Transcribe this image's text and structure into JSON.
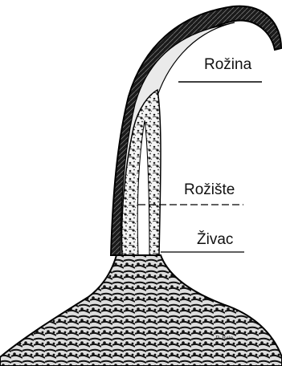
{
  "diagram": {
    "labels": {
      "horn": "Rožina",
      "horn_core": "Rožište",
      "nerve": "Živac"
    },
    "signature": "D. Bain"
  }
}
